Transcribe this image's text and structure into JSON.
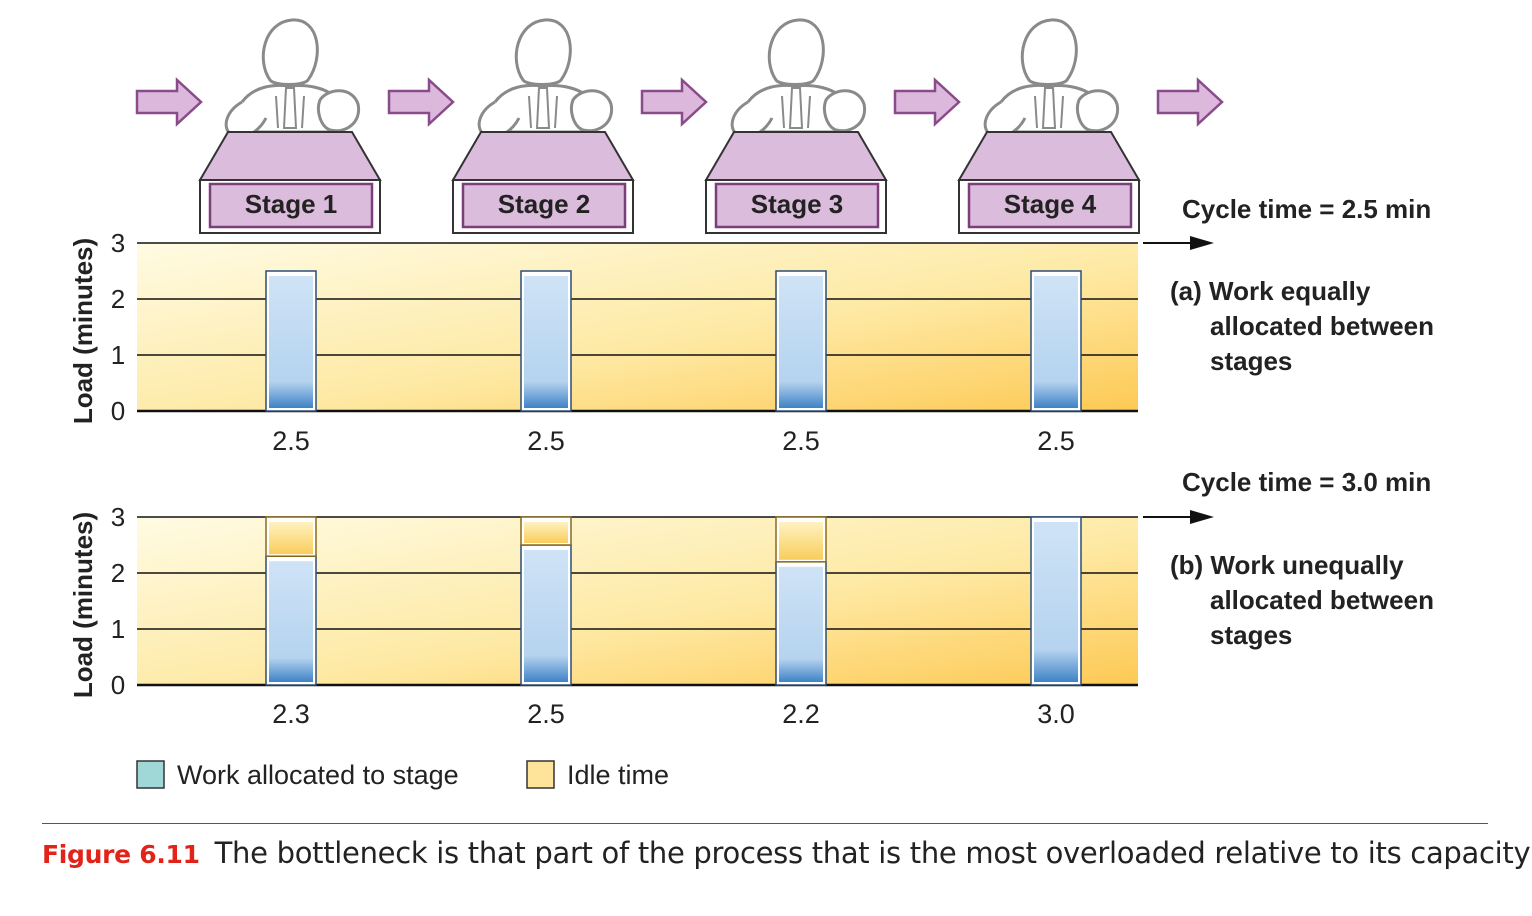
{
  "stages": [
    "Stage 1",
    "Stage 2",
    "Stage 3",
    "Stage 4"
  ],
  "colors": {
    "arrow_fill": "#dcb8dc",
    "arrow_stroke": "#8a4b8a",
    "desk_fill": "#dcbcdc",
    "work_fill": "#b8d6f0",
    "work_edge": "#3a7cc0",
    "idle_fill": "#fde49a",
    "idle_edge": "#e8a530",
    "panel_light": "#fdf7d6",
    "panel_dark": "#fdcc5a",
    "legend_work": "#9fd8d6",
    "legend_idle": "#fde49a"
  },
  "chart_data": [
    {
      "type": "bar",
      "subtitle": "(a) Work equally allocated between stages",
      "subtitle_lines": [
        "(a) Work equally",
        "allocated between",
        "stages"
      ],
      "annotation": "Cycle time = 2.5 min",
      "ylabel": "Load (minutes)",
      "ylim": [
        0,
        3
      ],
      "yticks": [
        "0",
        "1",
        "2",
        "3"
      ],
      "categories": [
        "Stage 1",
        "Stage 2",
        "Stage 3",
        "Stage 4"
      ],
      "cycle_time": 2.5,
      "series": [
        {
          "name": "Work allocated to stage",
          "values": [
            2.5,
            2.5,
            2.5,
            2.5
          ]
        },
        {
          "name": "Idle time",
          "values": [
            0,
            0,
            0,
            0
          ]
        }
      ],
      "value_labels": [
        "2.5",
        "2.5",
        "2.5",
        "2.5"
      ],
      "grid": true
    },
    {
      "type": "bar",
      "subtitle": "(b) Work unequally allocated between stages",
      "subtitle_lines": [
        "(b) Work unequally",
        "allocated between",
        "stages"
      ],
      "annotation": "Cycle time = 3.0 min",
      "ylabel": "Load (minutes)",
      "ylim": [
        0,
        3
      ],
      "yticks": [
        "0",
        "1",
        "2",
        "3"
      ],
      "categories": [
        "Stage 1",
        "Stage 2",
        "Stage 3",
        "Stage 4"
      ],
      "cycle_time": 3.0,
      "series": [
        {
          "name": "Work allocated to stage",
          "values": [
            2.3,
            2.5,
            2.2,
            3.0
          ]
        },
        {
          "name": "Idle time",
          "values": [
            0.7,
            0.5,
            0.8,
            0.0
          ]
        }
      ],
      "value_labels": [
        "2.3",
        "2.5",
        "2.2",
        "3.0"
      ],
      "grid": true
    }
  ],
  "legend": {
    "work": "Work allocated to stage",
    "idle": "Idle time"
  },
  "caption": {
    "label": "Figure 6.11",
    "text": "The bottleneck is that part of the process that is the most overloaded relative to its capacity"
  }
}
